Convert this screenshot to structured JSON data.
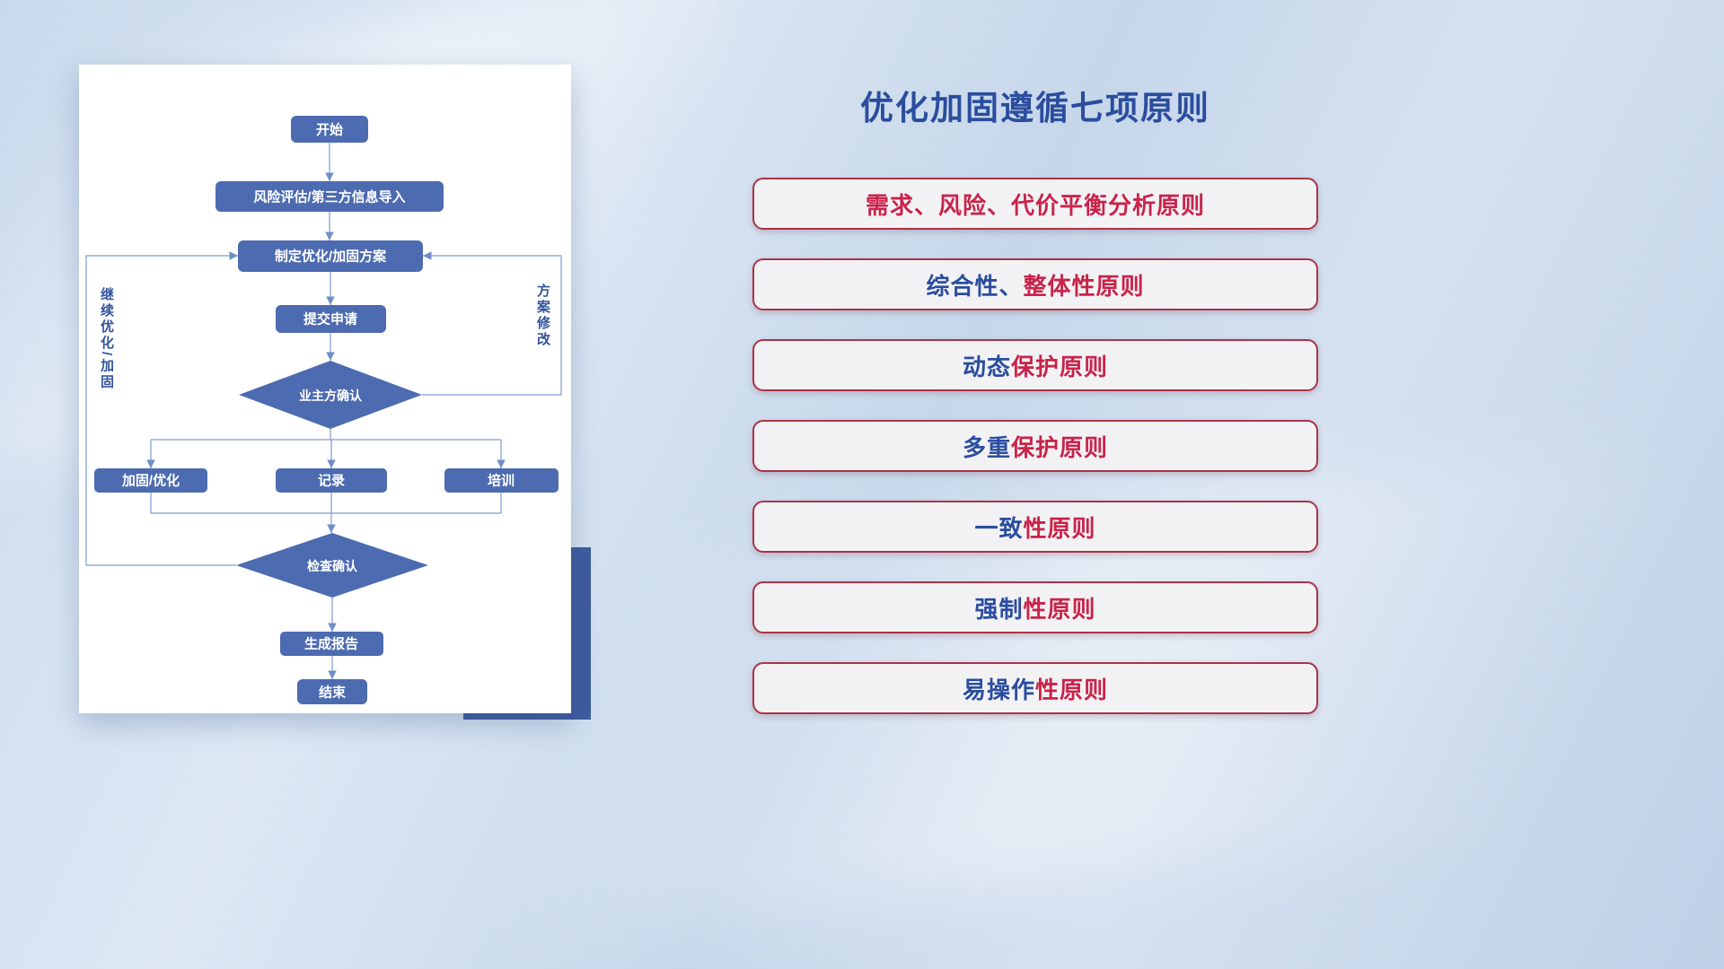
{
  "colors": {
    "accent_blue": "#2b4d9e",
    "accent_red": "#c9234a",
    "node_fill": "#4d6bb0",
    "connector_line": "#7e9bd0",
    "pill_border": "#aa3347",
    "pill_background": "#f2f2f4",
    "card_accent_block": "#3e5c9e",
    "background_base": "#cddcee"
  },
  "flowchart": {
    "nodes": {
      "start": "开始",
      "risk_import": "风险评估/第三方信息导入",
      "make_plan": "制定优化/加固方案",
      "submit": "提交申请",
      "owner_confirm": "业主方确认",
      "reinforce": "加固/优化",
      "record": "记录",
      "training": "培训",
      "check_confirm": "检查确认",
      "report": "生成报告",
      "end": "结束"
    },
    "loop_labels": {
      "left": "继续优化/加固",
      "right": "方案修改"
    }
  },
  "panel": {
    "title": "优化加固遵循七项原则",
    "principles": [
      {
        "blue": "",
        "red": "需求、风险、代价平衡分析原则"
      },
      {
        "blue": "综合性、",
        "red": "整体性原则"
      },
      {
        "blue": "动态",
        "red": "保护原则"
      },
      {
        "blue": "多重",
        "red": "保护原则"
      },
      {
        "blue": "一致",
        "red": "性原则"
      },
      {
        "blue": "强制",
        "red": "性原则"
      },
      {
        "blue": "易操作",
        "red": "性原则"
      }
    ]
  }
}
